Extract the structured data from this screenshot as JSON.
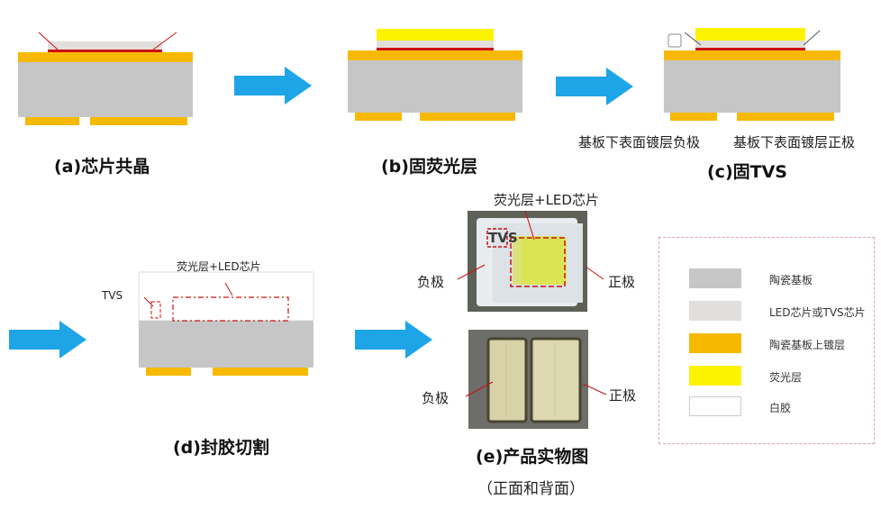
{
  "colors": {
    "ceramic": "#c6c6c6",
    "chip": "#e2dedc",
    "plating": "#f7b900",
    "phosphor": "#fdf200",
    "white_glue": "#ffffff",
    "arrow": "#1ea5e8",
    "die_line": "#cc1010"
  },
  "steps": {
    "a": {
      "caption": "(a)芯片共晶"
    },
    "b": {
      "caption": "(b)固荧光层"
    },
    "c": {
      "caption": "(c)固TVS",
      "neg_note": "基板下表面镀层负极",
      "pos_note": "基板下表面镀层正极"
    },
    "d": {
      "caption": "(d)封胶切割",
      "tvs_label": "TVS",
      "chip_label": "荧光层+LED芯片"
    },
    "e": {
      "caption": "(e)产品实物图",
      "sub_caption": "（正面和背面）",
      "top_label": "荧光层+LED芯片",
      "tvs_label": "TVS",
      "neg_front": "负极",
      "pos_front": "正极",
      "neg_back": "负极",
      "pos_back": "正极"
    }
  },
  "legend": {
    "items": [
      {
        "label": "陶瓷基板",
        "color": "#c6c6c6"
      },
      {
        "label": "LED芯片或TVS芯片",
        "color": "#e2dedc"
      },
      {
        "label": "陶瓷基板上镀层",
        "color": "#f7b900"
      },
      {
        "label": "荧光层",
        "color": "#fdf200"
      },
      {
        "label": "白胶",
        "color": "#ffffff"
      }
    ]
  }
}
